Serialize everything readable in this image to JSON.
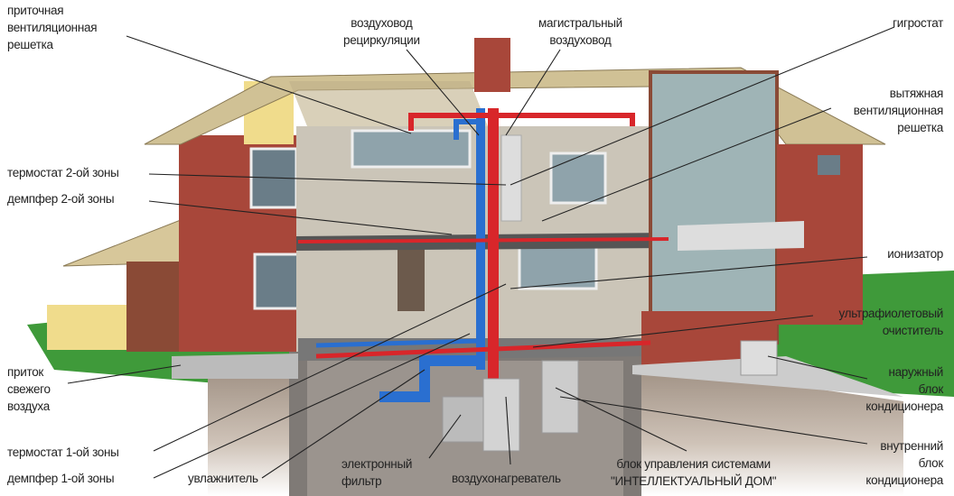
{
  "labels": {
    "supply_grille": [
      "приточная",
      "вентиляционная",
      "решетка"
    ],
    "recirc_duct": [
      "воздуховод",
      "рециркуляции"
    ],
    "main_duct": [
      "магистральный",
      "воздуховод"
    ],
    "hygrostat": [
      "гигростат"
    ],
    "exhaust_grille": [
      "вытяжная",
      "вентиляционная",
      "решетка"
    ],
    "thermostat_zone2": "термостат 2-ой зоны",
    "damper_zone2": "демпфер 2-ой зоны",
    "ionizer": [
      "ионизатор"
    ],
    "uv_cleaner": [
      "ультрафиолетовый",
      "очиститель"
    ],
    "outdoor_unit": [
      "наружный",
      "блок",
      "кондиционера"
    ],
    "fresh_air": [
      "приток",
      "свежего",
      "воздуха"
    ],
    "indoor_unit": [
      "внутренний",
      "блок",
      "кондиционера"
    ],
    "thermostat_zone1": "термостат 1-ой зоны",
    "damper_zone1": "демпфер 1-ой зоны",
    "humidifier": "увлажнитель",
    "electronic_filter": [
      "электронный",
      "фильтр"
    ],
    "air_heater": "воздухонагреватель",
    "control_unit": [
      "блок управления системами",
      "\"ИНТЕЛЛЕКТУАЛЬНЫЙ ДОМ\""
    ]
  },
  "colors": {
    "supply_duct": "#d8262a",
    "return_duct": "#2a6fd0",
    "lawn": "#3f9a3a",
    "brick": "#a8473a",
    "roof": "#c9b98a"
  }
}
